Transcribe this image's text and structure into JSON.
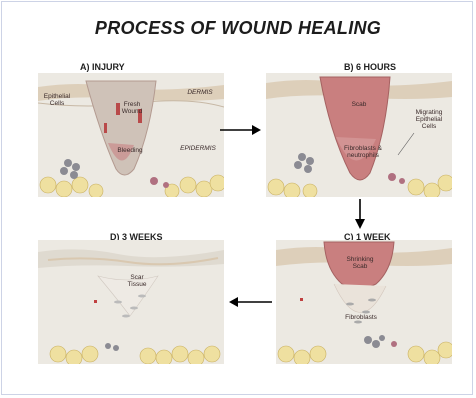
{
  "title": "PROCESS OF WOUND HEALING",
  "panels": {
    "a": {
      "label": "A) INJURY",
      "epithelial": "Epithelial\nCells",
      "fresh": "Fresh\nWound",
      "dermis": "DERMIS",
      "bleeding": "Bleeding",
      "epidermis": "EPIDERMIS"
    },
    "b": {
      "label": "B) 6 HOURS",
      "scab": "Scab",
      "migrating": "Migrating\nEpithelial\nCells",
      "fibro": "Fibroblasts &\nneutrophils"
    },
    "c": {
      "label": "C) 1 WEEK",
      "shrinking": "Shrinking\nScab",
      "fibro": "Fibroblasts"
    },
    "d": {
      "label": "D) 3 WEEKS",
      "scar": "Scar\nTissue"
    }
  },
  "colors": {
    "wound": "#c98a8a",
    "scab": "#c97f7f",
    "fat": "#e8d890",
    "skin": "#e9e6e0",
    "dermis": "#d9c8b0",
    "arrow": "#000000"
  },
  "icons": [
    "arrow-right",
    "arrow-down",
    "arrow-left"
  ]
}
